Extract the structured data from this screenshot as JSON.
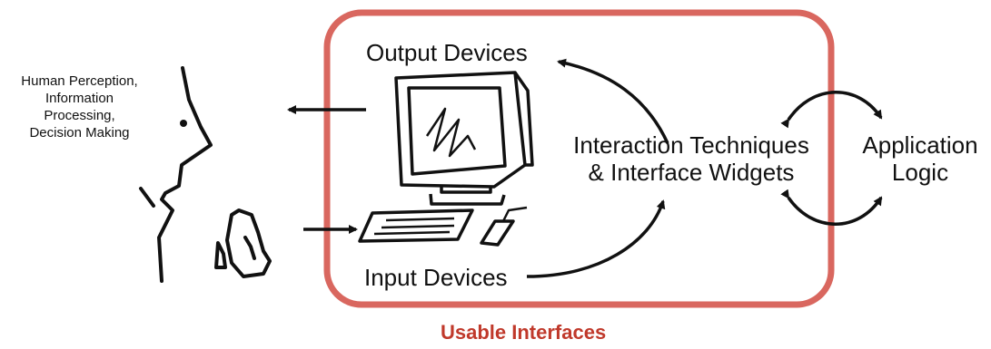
{
  "human_label": [
    "Human Perception,",
    "Information",
    "Processing,",
    "Decision Making"
  ],
  "output_devices": "Output Devices",
  "input_devices": "Input Devices",
  "interaction_line1": "Interaction Techniques",
  "interaction_line2": "& Interface Widgets",
  "application_line1": "Application",
  "application_line2": "Logic",
  "box_title": "Usable Interfaces",
  "colors": {
    "box_outline": "#d9675f",
    "title": "#c0392b",
    "ink": "#111111"
  }
}
